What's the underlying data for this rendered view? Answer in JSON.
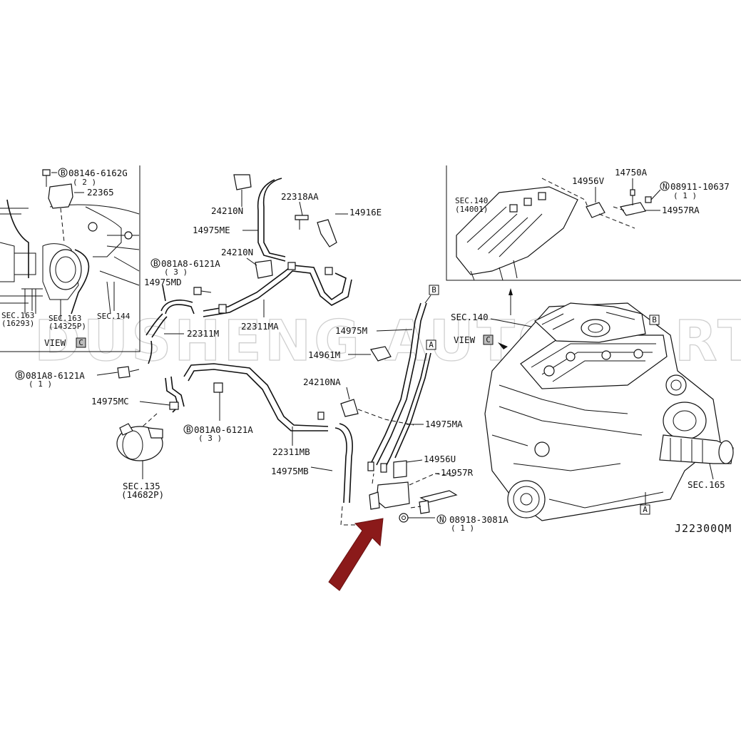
{
  "diagram_code": "J22300QM",
  "watermark": "DUSHENG AUTO PARTS",
  "inset_left": {
    "bolt_label": "08146-6162G",
    "bolt_prefix": "B",
    "bolt_qty": "( 2 )",
    "sensor_label": "22365",
    "sec_a_line1": "SEC.163",
    "sec_a_line2": "(16293)",
    "sec_b_line1": "SEC.163",
    "sec_b_line2": "(14325P)",
    "sec_c": "SEC.144",
    "view_text": "VIEW",
    "view_letter": "C"
  },
  "inset_right": {
    "sec_line1": "SEC.140",
    "sec_line2": "(14001)",
    "p1": "14956V",
    "p2": "14750A",
    "p3": "08911-10637",
    "p3_prefix": "N",
    "p3_qty": "( 1 )",
    "p4": "14957RA"
  },
  "labels": {
    "l24210N_top": "24210N",
    "l22318AA": "22318AA",
    "l14916E": "14916E",
    "l14975ME": "14975ME",
    "l24210N": "24210N",
    "l081A8_top": "081A8-6121A",
    "l081A8_top_prefix": "B",
    "l081A8_top_qty": "( 3 )",
    "l14975MD": "14975MD",
    "l22311MA": "22311MA",
    "l22311M": "22311M",
    "l081A8_mid": "081A8-6121A",
    "l081A8_mid_prefix": "B",
    "l081A8_mid_qty": "( 1 )",
    "l14975MC": "14975MC",
    "l081A0": "081A0-6121A",
    "l081A0_prefix": "B",
    "l081A0_qty": "( 3 )",
    "lsec135_line1": "SEC.135",
    "lsec135_line2": "(14682P)",
    "l22311MB": "22311MB",
    "l14975MB": "14975MB",
    "l14975M": "14975M",
    "l14961M": "14961M",
    "l24210NA": "24210NA",
    "l14975MA": "14975MA",
    "l14956U": "14956U",
    "l14957R": "14957R",
    "l08918": "08918-3081A",
    "l08918_prefix": "N",
    "l08918_qty": "( 1 )",
    "lsec140": "SEC.140",
    "lview": "VIEW",
    "lview_letter": "C",
    "lsec165": "SEC.165",
    "ref_b": "B",
    "ref_a": "A"
  },
  "colors": {
    "arrow": "#8b1a1a",
    "box_gray": "#bdbdbd"
  }
}
